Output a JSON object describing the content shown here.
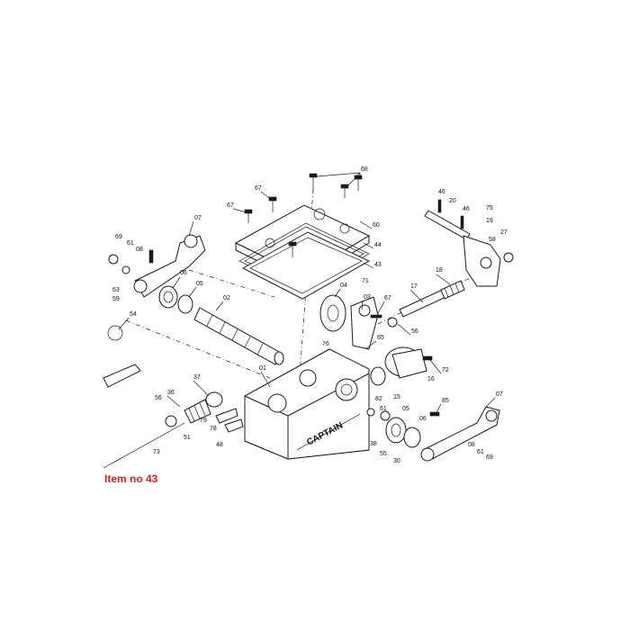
{
  "caption": "Item no 43",
  "brand_mark": "CAPTAIN",
  "labels": [
    "68",
    "67",
    "67",
    "60",
    "44",
    "43",
    "07",
    "69",
    "61",
    "08",
    "06",
    "05",
    "02",
    "63",
    "59",
    "54",
    "46",
    "20",
    "46",
    "75",
    "19",
    "27",
    "58",
    "18",
    "17",
    "04",
    "71",
    "03",
    "67",
    "65",
    "76",
    "56",
    "72",
    "16",
    "15",
    "82",
    "61",
    "05",
    "06",
    "85",
    "07",
    "08",
    "61",
    "69",
    "01",
    "37",
    "36",
    "56",
    "79",
    "78",
    "51",
    "48",
    "73",
    "38",
    "55",
    "30"
  ],
  "colors": {
    "caption": "#e0201c",
    "ink": "#1a1a1a"
  }
}
